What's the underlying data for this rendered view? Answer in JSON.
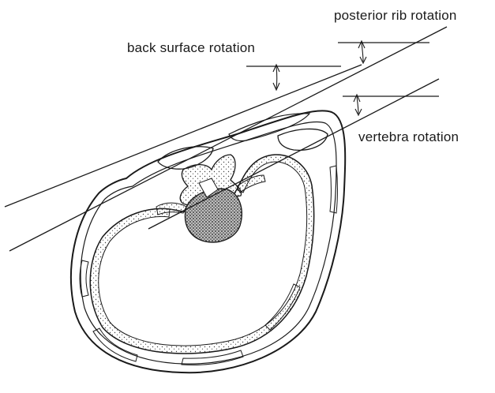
{
  "figure": {
    "labels": {
      "posterior_rib_rotation": "posterior rib rotation",
      "back_surface_rotation": "back surface rotation",
      "vertebra_rotation": "vertebra rotation"
    },
    "colors": {
      "line": "#1a1a1a",
      "background": "#ffffff",
      "vertebra_fill": "#6b6b6b"
    }
  }
}
